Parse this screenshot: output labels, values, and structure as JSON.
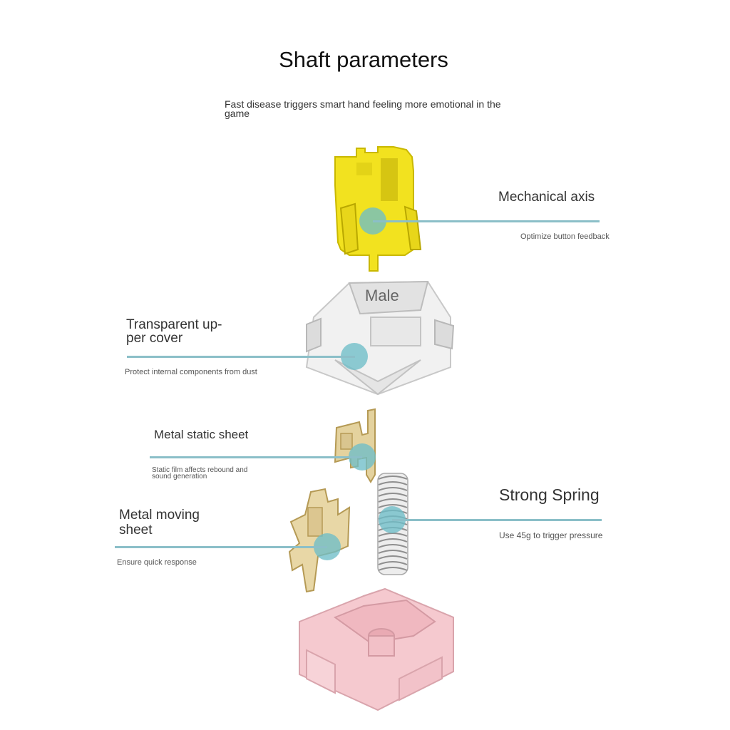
{
  "title": "Shaft parameters",
  "subtitle": "Fast disease triggers smart hand feeling more emotional in the game",
  "parts": {
    "mechanical_axis": {
      "label": "Mechanical axis",
      "desc": "Optimize button feedback"
    },
    "upper_cover": {
      "label_line1": "Transparent up-",
      "label_line2": "per cover",
      "desc": "Protect internal components from dust",
      "overlay": "Male"
    },
    "static_sheet": {
      "label": "Metal static sheet",
      "desc_line1": "Static film affects rebound and",
      "desc_line2": "sound generation"
    },
    "moving_sheet": {
      "label_line1": "Metal moving",
      "label_line2": "sheet",
      "desc": "Ensure quick response"
    },
    "spring": {
      "label": "Strong Spring",
      "desc": "Use 45g to trigger pressure"
    }
  },
  "colors": {
    "stem": "#f2e21f",
    "housing_bottom": "#f5c9cf",
    "metal": "#d9c58f",
    "spring": "#b8b8b8",
    "accent": "#8bbfc8"
  }
}
